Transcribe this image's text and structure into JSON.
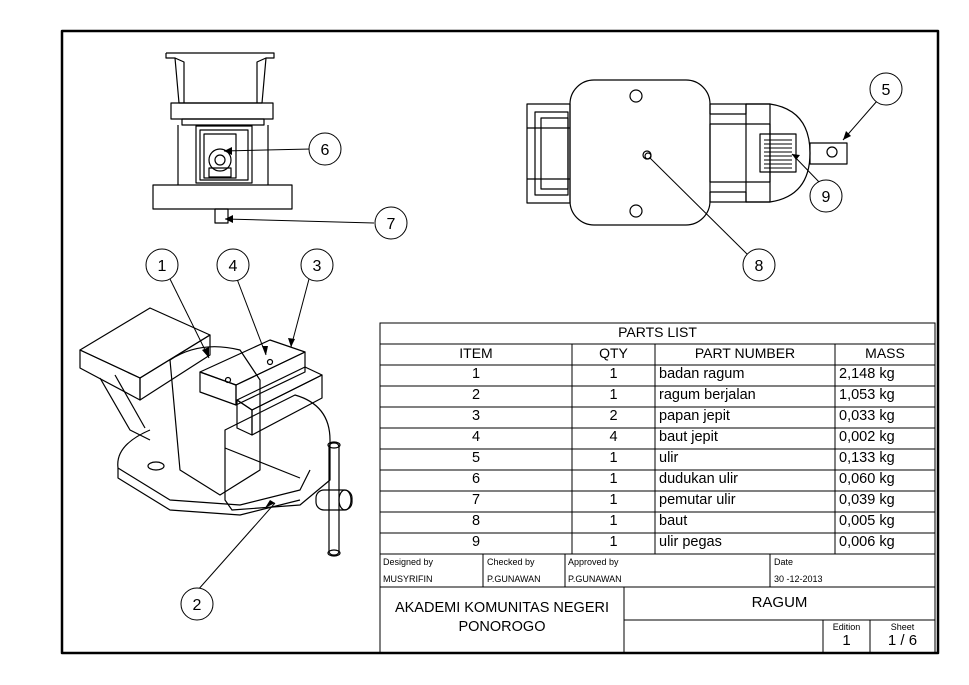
{
  "balloons": [
    "1",
    "2",
    "3",
    "4",
    "5",
    "6",
    "7",
    "8",
    "9"
  ],
  "parts_list": {
    "title": "PARTS LIST",
    "headers": {
      "item": "ITEM",
      "qty": "QTY",
      "part_number": "PART NUMBER",
      "mass": "MASS"
    },
    "rows": [
      {
        "item": "1",
        "qty": "1",
        "part": "badan ragum",
        "mass": "2,148 kg"
      },
      {
        "item": "2",
        "qty": "1",
        "part": "ragum berjalan",
        "mass": "1,053 kg"
      },
      {
        "item": "3",
        "qty": "2",
        "part": "papan jepit",
        "mass": "0,033 kg"
      },
      {
        "item": "4",
        "qty": "4",
        "part": "baut jepit",
        "mass": "0,002 kg"
      },
      {
        "item": "5",
        "qty": "1",
        "part": "ulir",
        "mass": "0,133 kg"
      },
      {
        "item": "6",
        "qty": "1",
        "part": "dudukan ulir",
        "mass": "0,060 kg"
      },
      {
        "item": "7",
        "qty": "1",
        "part": "pemutar ulir",
        "mass": "0,039 kg"
      },
      {
        "item": "8",
        "qty": "1",
        "part": "baut",
        "mass": "0,005 kg"
      },
      {
        "item": "9",
        "qty": "1",
        "part": "ulir pegas",
        "mass": "0,006 kg"
      }
    ]
  },
  "title_block": {
    "designed_by_label": "Designed by",
    "designed_by": "MUSYRIFIN",
    "checked_by_label": "Checked by",
    "checked_by": "P.GUNAWAN",
    "approved_by_label": "Approved by",
    "approved_by": "P.GUNAWAN",
    "date_label": "Date",
    "date": "30 -12-2013",
    "institution_line1": "AKADEMI KOMUNITAS NEGERI",
    "institution_line2": "PONOROGO",
    "drawing_title": "RAGUM",
    "edition_label": "Edition",
    "edition": "1",
    "sheet_label": "Sheet",
    "sheet": "1 / 6"
  }
}
